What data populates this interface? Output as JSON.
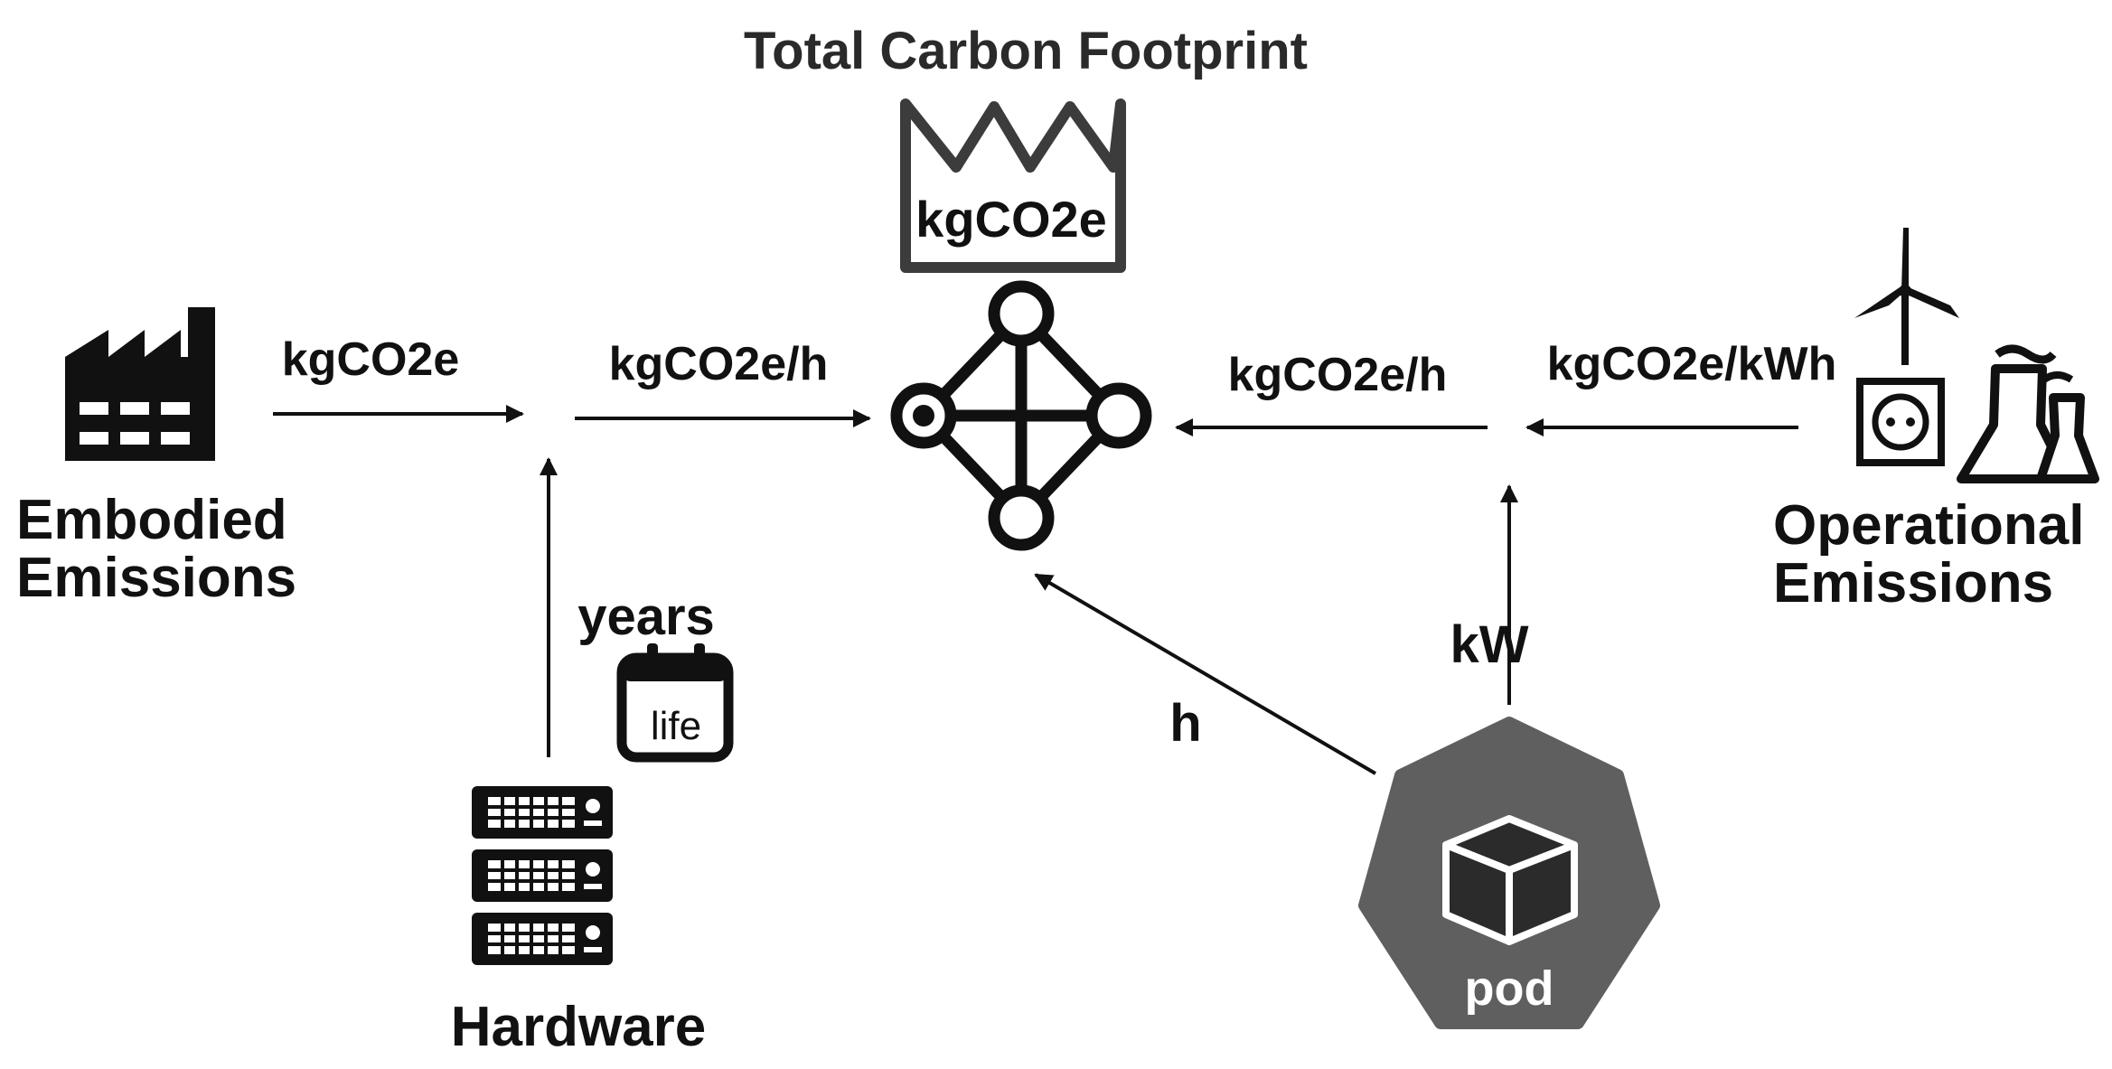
{
  "title": "Total Carbon Footprint",
  "total_unit": "kgCO2e",
  "embodied": {
    "line1": "Embodied",
    "line2": "Emissions",
    "output_unit": "kgCO2e"
  },
  "hardware": {
    "label": "Hardware",
    "lifetime_unit": "years",
    "calendar_text": "life"
  },
  "rates": {
    "embodied_rate": "kgCO2e/h",
    "operational_rate": "kgCO2e/h",
    "intensity": "kgCO2e/kWh"
  },
  "operational": {
    "line1": "Operational",
    "line2": "Emissions"
  },
  "pod": {
    "label": "pod",
    "time_unit": "h",
    "power_unit": "kW"
  },
  "colors": {
    "ink": "#111111",
    "pod_fill": "#5f5f5f",
    "pod_cube": "#2b2b2b"
  }
}
